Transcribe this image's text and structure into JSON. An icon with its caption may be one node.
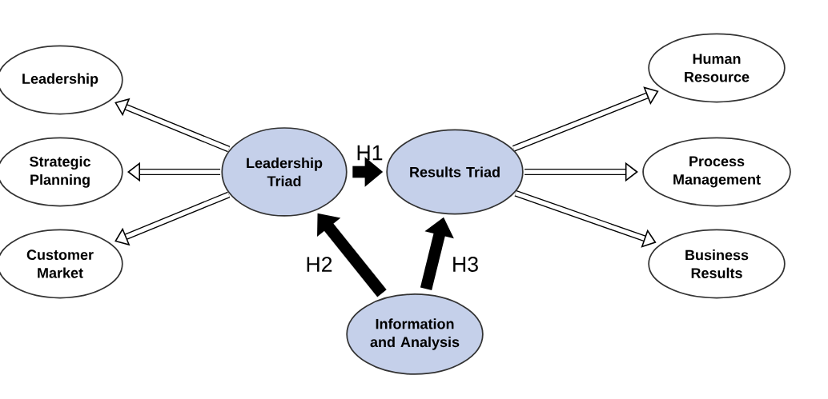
{
  "diagram": {
    "nodes": [
      {
        "text": [
          "Leadership"
        ]
      },
      {
        "text": [
          "Strategic Planning"
        ]
      },
      {
        "text": [
          "Customer Market"
        ]
      },
      {
        "text": [
          "Leadership Triad"
        ]
      },
      {
        "text": [
          "Results Triad"
        ]
      },
      {
        "text": [
          "Information and Analysis"
        ]
      },
      {
        "text": [
          "Human Resource"
        ]
      },
      {
        "text": [
          "Process Management"
        ]
      },
      {
        "text": [
          "Business Results"
        ]
      }
    ],
    "edges": [
      {
        "from": 3,
        "to": 0,
        "arrow": "to"
      },
      {
        "from": 3,
        "to": 1,
        "arrow": "to"
      },
      {
        "from": 3,
        "to": 2,
        "arrow": "to"
      },
      {
        "from": 3,
        "to": 4,
        "arrow": "to",
        "label": "H1",
        "style": "thick"
      },
      {
        "from": 5,
        "to": 3,
        "arrow": "to",
        "label": "H2",
        "style": "thick"
      },
      {
        "from": 5,
        "to": 4,
        "arrow": "to",
        "label": "H3",
        "style": "thick"
      },
      {
        "from": 4,
        "to": 6,
        "arrow": "to"
      },
      {
        "from": 4,
        "to": 7,
        "arrow": "to"
      },
      {
        "from": 4,
        "to": 8,
        "arrow": "to"
      }
    ]
  }
}
